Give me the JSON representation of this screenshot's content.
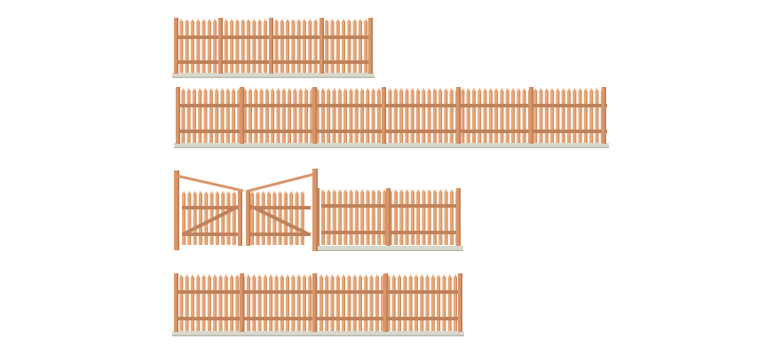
{
  "scene": {
    "background": "#ffffff",
    "colors": {
      "picket": "#e8a87a",
      "picket_shade": "#c98a5e",
      "rail": "#c0825a",
      "post": "#d9966a",
      "post_shade": "#b77a52",
      "base": "#d8d8cc",
      "base_shade": "#b9b9ae",
      "gap": "#f7e2d2"
    },
    "fence_pieces": [
      {
        "label": "fence-row-1",
        "sections": 4
      },
      {
        "label": "fence-row-2",
        "sections": 6
      },
      {
        "label": "fence-row-3",
        "sections": 2,
        "has_gate": true
      },
      {
        "label": "fence-row-4",
        "sections": 4
      }
    ]
  }
}
